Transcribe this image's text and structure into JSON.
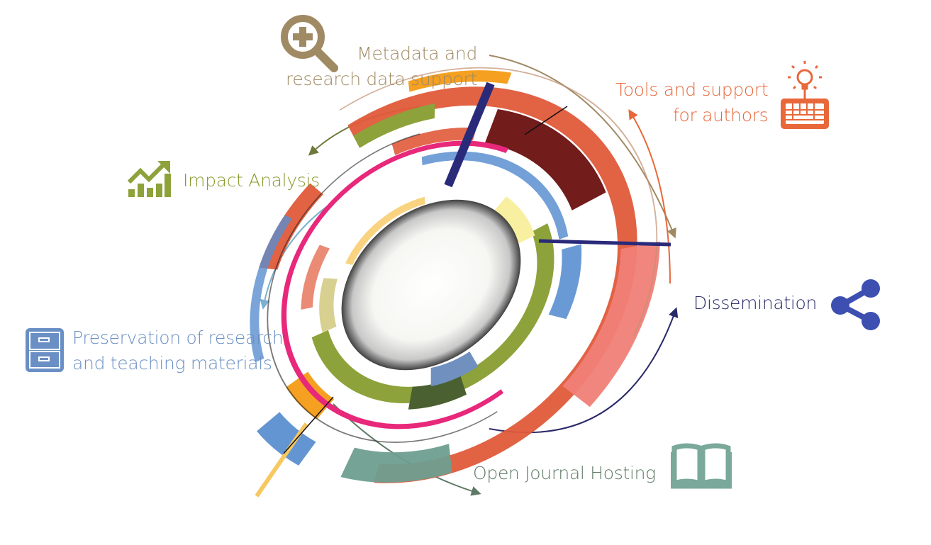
{
  "labels": {
    "metadata": {
      "line1": "Metadata and",
      "line2": "research data support",
      "color": "#a08a64",
      "icon": "magnifier-plus-icon"
    },
    "tools": {
      "line1": "Tools and support",
      "line2": "for authors",
      "color": "#e8683a",
      "icon": "lightbulb-keyboard-icon"
    },
    "impact": {
      "line1": "Impact Analysis",
      "color": "#8a9a2e",
      "icon": "growth-chart-icon"
    },
    "dissemination": {
      "line1": "Dissemination",
      "color": "#2a2a6a",
      "icon_color": "#3d4fb0",
      "icon": "share-icon"
    },
    "preservation": {
      "line1": "Preservation of research",
      "line2": "and teaching materials",
      "color": "#6a8fc4",
      "icon": "file-cabinet-icon"
    },
    "journal": {
      "line1": "Open Journal Hosting",
      "color": "#5e7a66",
      "icon_color": "#7aa89a",
      "icon": "open-book-icon"
    }
  },
  "palette": [
    "#f08078",
    "#e05a3a",
    "#6a1010",
    "#f5a020",
    "#6e9e90",
    "#5a8fd0",
    "#8da23a",
    "#e8287a",
    "#2a2a7a",
    "#f8f0a0"
  ]
}
